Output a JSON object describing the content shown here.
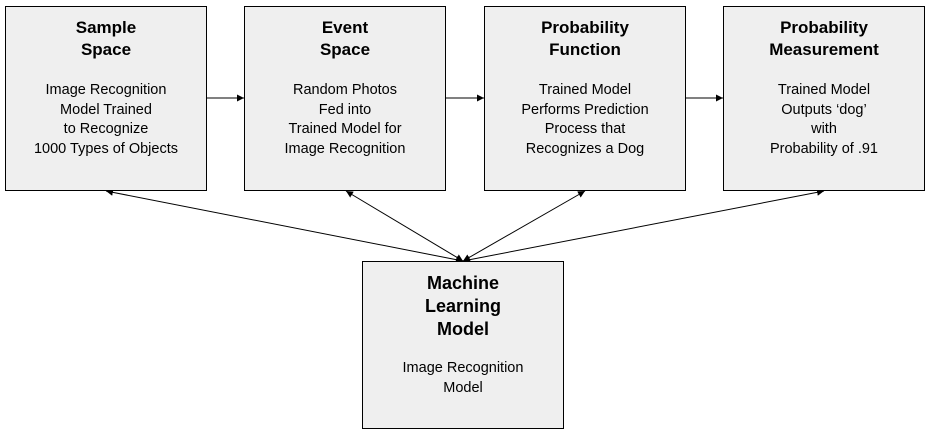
{
  "diagram": {
    "nodes": [
      {
        "id": "sample-space",
        "title": "Sample\nSpace",
        "body": "Image Recognition\nModel Trained\nto Recognize\n1000 Types of Objects"
      },
      {
        "id": "event-space",
        "title": "Event\nSpace",
        "body": "Random Photos\nFed into\nTrained Model for\nImage Recognition"
      },
      {
        "id": "probability-function",
        "title": "Probability\nFunction",
        "body": "Trained Model\nPerforms Prediction\nProcess that\nRecognizes a Dog"
      },
      {
        "id": "probability-measurement",
        "title": "Probability\nMeasurement",
        "body": "Trained Model\nOutputs ‘dog’\nwith\nProbability of .91"
      },
      {
        "id": "machine-learning-model",
        "title": "Machine\nLearning\nModel",
        "body": "Image Recognition\nModel"
      }
    ],
    "edges": [
      {
        "from": "sample-space",
        "to": "event-space",
        "direction": "forward"
      },
      {
        "from": "event-space",
        "to": "probability-function",
        "direction": "forward"
      },
      {
        "from": "probability-function",
        "to": "probability-measurement",
        "direction": "forward"
      },
      {
        "from": "machine-learning-model",
        "to": "sample-space",
        "direction": "both"
      },
      {
        "from": "machine-learning-model",
        "to": "event-space",
        "direction": "both"
      },
      {
        "from": "machine-learning-model",
        "to": "probability-function",
        "direction": "both"
      },
      {
        "from": "machine-learning-model",
        "to": "probability-measurement",
        "direction": "both"
      }
    ],
    "colors": {
      "box_fill": "#efefef",
      "stroke": "#000000"
    }
  }
}
